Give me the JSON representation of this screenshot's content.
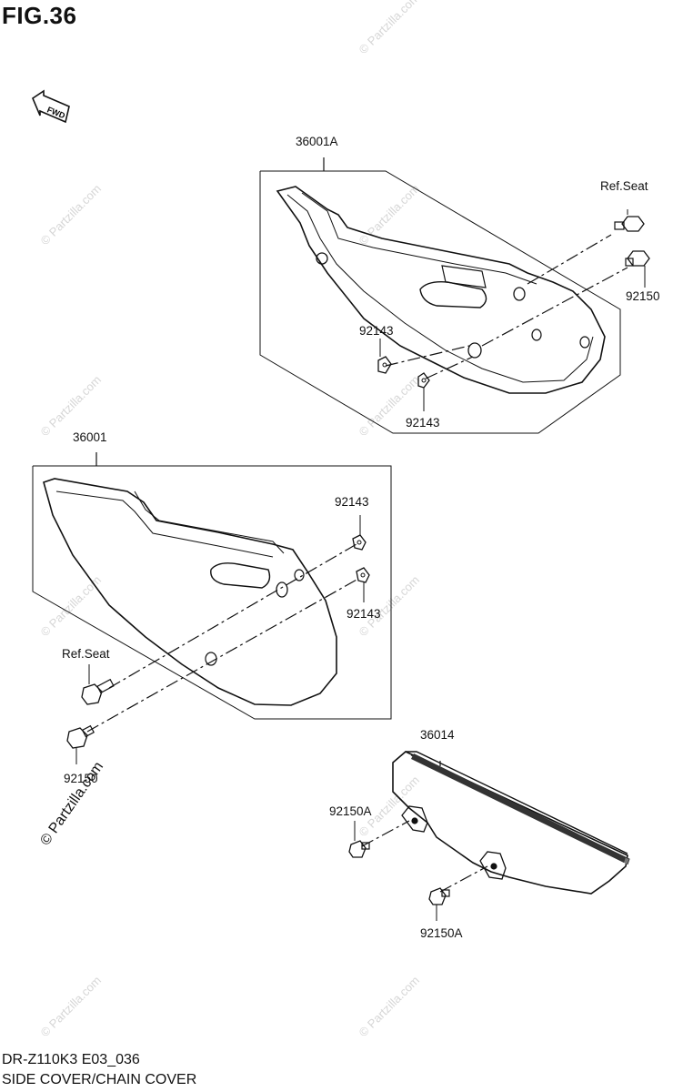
{
  "figure": {
    "title": "FIG.36"
  },
  "fwd_label": "FWD",
  "parts": {
    "p36001A": "36001A",
    "ref_seat_top": "Ref.Seat",
    "p92150_top": "92150",
    "p92143_a": "92143",
    "p92143_b": "92143",
    "p36001": "36001",
    "p92143_c": "92143",
    "p92143_d": "92143",
    "ref_seat_left": "Ref.Seat",
    "p92150_left": "92150",
    "p36014": "36014",
    "p92150A_a": "92150A",
    "p92150A_b": "92150A"
  },
  "watermark": "© Partzilla.com",
  "footer": {
    "code": "DR-Z110K3 E03_036",
    "caption": "SIDE COVER/CHAIN COVER"
  }
}
